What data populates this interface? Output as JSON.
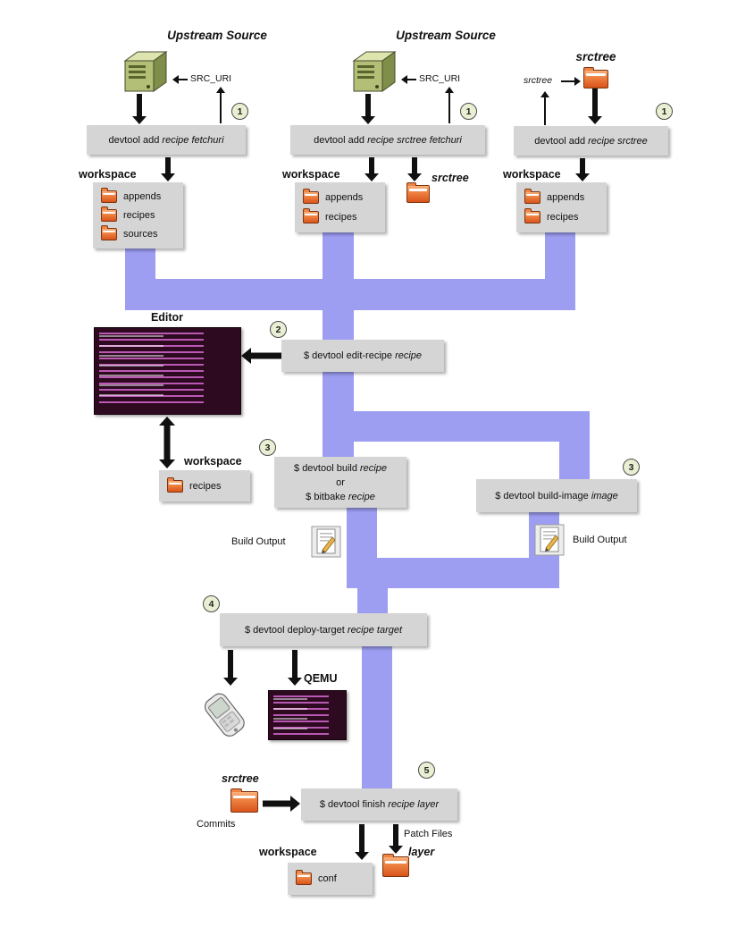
{
  "colors": {
    "flow": "#9d9df2",
    "box": "#d5d5d5",
    "stepfill": "#e9efd2",
    "folder": "#e8702a"
  },
  "col1": {
    "title": "Upstream Source",
    "src_uri_label": "SRC_URI",
    "step": "1",
    "command": {
      "pre": "devtool add ",
      "var": "recipe fetchuri"
    },
    "workspace_title": "workspace",
    "workspace_items": [
      "appends",
      "recipes",
      "sources"
    ]
  },
  "col2": {
    "title": "Upstream Source",
    "src_uri_label": "SRC_URI",
    "step": "1",
    "command": {
      "pre": "devtool add ",
      "var": "recipe srctree fetchuri"
    },
    "workspace_title": "workspace",
    "workspace_items": [
      "appends",
      "recipes"
    ],
    "srctree_label": "srctree"
  },
  "col3": {
    "title": "srctree",
    "srctree_pointer_label": "srctree",
    "step": "1",
    "command": {
      "pre": "devtool add ",
      "var": "recipe srctree"
    },
    "workspace_title": "workspace",
    "workspace_items": [
      "appends",
      "recipes"
    ]
  },
  "editor": {
    "title": "Editor",
    "step": "2",
    "command": {
      "pre": "$ devtool edit-recipe ",
      "var": "recipe"
    },
    "workspace_title": "workspace",
    "workspace_items": [
      "recipes"
    ]
  },
  "build": {
    "step": "3",
    "line1": {
      "pre": "$ devtool build ",
      "var": "recipe"
    },
    "separator": "or",
    "line2": {
      "pre": "$ bitbake ",
      "var": "recipe"
    },
    "output_label": "Build Output"
  },
  "build_image": {
    "step": "3",
    "command": {
      "pre": "$ devtool build-image ",
      "var": "image"
    },
    "output_label": "Build Output"
  },
  "deploy": {
    "step": "4",
    "command": {
      "pre": "$ devtool deploy-target ",
      "var": "recipe target"
    },
    "qemu_label": "QEMU"
  },
  "finish": {
    "step": "5",
    "srctree_label": "srctree",
    "commits_label": "Commits",
    "command": {
      "pre": "$ devtool finish ",
      "var": "recipe layer"
    },
    "patch_files_label": "Patch Files",
    "workspace_title": "workspace",
    "workspace_items": [
      "conf"
    ],
    "layer_label": "layer"
  }
}
